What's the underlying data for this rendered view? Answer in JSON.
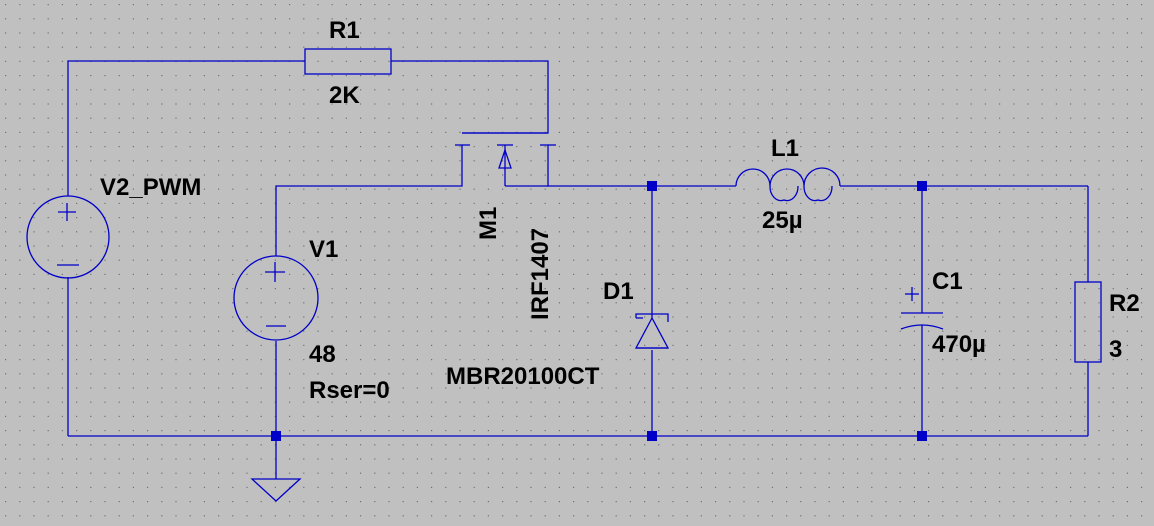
{
  "schematic": {
    "colors": {
      "background": "#c0c0c0",
      "wire": "#0000c8",
      "junction": "#0000c8",
      "label": "#000000",
      "grid_dot": "#707070"
    },
    "components": {
      "r1": {
        "ref": "R1",
        "value": "2K"
      },
      "v2": {
        "ref": "V2_PWM"
      },
      "v1": {
        "ref": "V1",
        "value": "48",
        "param": "Rser=0"
      },
      "m1": {
        "ref": "M1",
        "value": "IRF1407"
      },
      "d1": {
        "ref": "D1",
        "value": "MBR20100CT"
      },
      "l1": {
        "ref": "L1",
        "value": "25µ"
      },
      "c1": {
        "ref": "C1",
        "value": "470µ"
      },
      "r2": {
        "ref": "R2",
        "value": "3"
      }
    }
  }
}
